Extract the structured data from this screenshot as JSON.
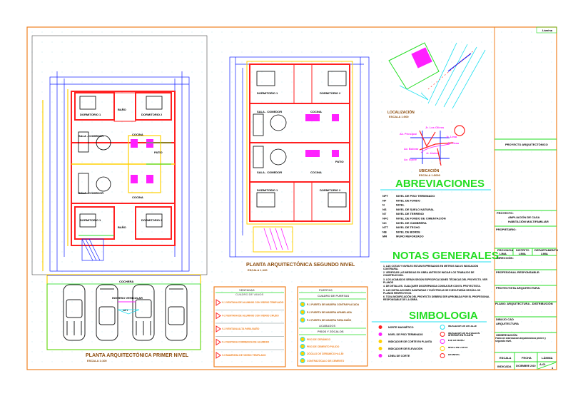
{
  "sheet": {
    "sheet_label": "Lámina",
    "colors": {
      "frame": "#f08020",
      "wall": "#ff2020",
      "dim": "#1020ff",
      "accent": "#22dd22",
      "magenta": "#ff20ff",
      "cyan": "#20e0f0",
      "title": "#8b4a0a"
    }
  },
  "plan1": {
    "title": "PLANTA ARQUITECTÓNICA PRIMER NIVEL",
    "scale": "ESCALA 1:100",
    "rooms": [
      "DORMITORIO 1",
      "DORMITORIO 2",
      "BAÑO",
      "SALA - COMEDOR",
      "COCINA",
      "PATIO",
      "SALA - COMEDOR",
      "COCINA",
      "DORMITORIO 1",
      "DORMITORIO 2",
      "BAÑO"
    ],
    "parking_label": "COCHERA",
    "access_label": "INGRESO VEHICULAR",
    "npt": "NPT"
  },
  "plan2": {
    "title": "PLANTA ARQUITECTÓNICA SEGUNDO NIVEL",
    "scale": "ESCALA 1:100",
    "rooms": [
      "DORMITORIO 1",
      "DORMITORIO 2",
      "SALA - COMEDOR",
      "COCINA",
      "SALA - COMEDOR",
      "COCINA",
      "DORMITORIO 1",
      "DORMITORIO 2",
      "PATIO"
    ]
  },
  "location": {
    "title": "LOCALIZACIÓN",
    "scale": "ESCALA 1:500",
    "situation_title": "UBICACIÓN",
    "situation_scale": "ESCALA 1:5000",
    "streets": [
      "Av. Principal",
      "Jr. Los Olivos",
      "Jr. Lima",
      "Av. Grau",
      "Av. Bolívar",
      "Jr. Unión",
      "Av. Sucre"
    ]
  },
  "abbreviations": {
    "title": "ABREVIACIONES",
    "items": [
      {
        "code": "NPT",
        "text": "NIVEL DE PISO TERMINADO"
      },
      {
        "code": "NF",
        "text": "NIVEL DE FONDO"
      },
      {
        "code": "N",
        "text": "NIVEL"
      },
      {
        "code": "NS",
        "text": "NIVEL DE SUELO NATURAL"
      },
      {
        "code": "NT",
        "text": "NIVEL DE TERRENO"
      },
      {
        "code": "NFC",
        "text": "NIVEL DE FONDO DE CIMENTACIÓN"
      },
      {
        "code": "NC",
        "text": "NIVEL DE CUMBRERA"
      },
      {
        "code": "NTT",
        "text": "NIVEL DE TECHO"
      },
      {
        "code": "NB",
        "text": "NIVEL DE BORDE"
      },
      {
        "code": "MR",
        "text": "MURO REFORZADO"
      }
    ]
  },
  "notes": {
    "title": "NOTAS GENERALES",
    "items": [
      "1. LAS COTAS Y NIVELES ESTÁN EXPRESADOS EN METROS SALVO INDICACIÓN CONTRARIA.",
      "2. VERIFICAR LAS MEDIDAS EN OBRA ANTES DE INICIAR LOS TRABAJOS DE CONSTRUCCIÓN.",
      "3. LOS ACABADOS SERÁN SEGÚN ESPECIFICACIONES TÉCNICAS DEL PROYECTO. VER PLANOS",
      "4. DE DETALLES. CUALQUIER DISCREPANCIA CONSULTAR CON EL PROYECTISTA.",
      "5. LAS INSTALACIONES SANITARIAS Y ELÉCTRICAS SE EJECUTARÁN SEGÚN LOS PLANOS RESPECTIVOS.",
      "6. TODA MODIFICACIÓN DEL PROYECTO DEBERÁ SER APROBADA POR EL PROFESIONAL RESPONSABLE DE LA OBRA."
    ]
  },
  "symbology": {
    "title": "SIMBOLOGIA",
    "left": [
      "NORTE MAGNÉTICO",
      "NIVEL DE PISO TERMINADO",
      "INDICADOR DE CORTE EN PLANTA",
      "INDICADOR DE ELEVACIÓN",
      "LÍNEA DE CORTE"
    ],
    "right": [
      "INDICADOR DE DETALLE",
      "INDICADOR DE ELEVACIÓN INTERIOR EN PLANTA",
      "EJE DE MURO",
      "NIVEL EN CORTE",
      "DESNIVEL"
    ]
  },
  "legend1": {
    "title": "VENTANAS",
    "subtitle": "CUADRO DE VANOS",
    "items": [
      "V-1 VENTANA DE ALUMINIO CON VIDRIO TEMPLADO",
      "V-2 VENTANA DE ALUMINIO CON VIDRIO CRUDO",
      "V-3 VENTANA ALTA PARA BAÑO",
      "V-4 VENTANA CORREDIZA DE ALUMINIO",
      "V-5 MAMPARA DE VIDRIO TEMPLADO"
    ]
  },
  "legend2": {
    "title": "PUERTAS",
    "subtitle": "CUADRO DE PUERTAS",
    "items": [
      "P-1 PUERTA DE MADERA CONTRAPLACADA",
      "P-2 PUERTA DE MADERA APANELADA",
      "P-3 PUERTA DE MADERA PARA BAÑO"
    ],
    "title2": "ACABADOS",
    "subtitle2": "PISOS Y ZÓCALOS",
    "items2": [
      "PISO DE CERÁMICO",
      "PISO DE CEMENTO PULIDO",
      "ZÓCALO DE CERÁMICO H=1.80",
      "CONTRAZÓCALO DE CEMENTO"
    ]
  },
  "title_block": {
    "university": "PROYECTO ARQUITECTÓNICO",
    "project_label": "PROYECTO:",
    "project": [
      "AMPLIACIÓN DE CASA",
      "HABITACIÓN MULTIFAMILIAR"
    ],
    "owner_label": "PROPIETARIO:",
    "cells": [
      {
        "label": "PROVINCIA",
        "value": "LIMA"
      },
      {
        "label": "DISTRITO",
        "value": "LIMA"
      },
      {
        "label": "DEPARTAMENTO",
        "value": "LIMA"
      }
    ],
    "location_label": "DIRECCIÓN:",
    "professional_label": "PROFESIONAL RESPONSABLE:",
    "designer_label": "PROYECTISTA ARQUITECTURA:",
    "plan_label": "PLANO: ARQUITECTURA - DISTRIBUCIÓN",
    "drawing_label": "DIBUJO CAD",
    "drawing_value": "ARQUITECTURA",
    "remarks_label": "OBSERVACIÓN:",
    "remarks": "Plano de distribución arquitectónica primer y segundo nivel.",
    "scale_label": "ESCALA",
    "date_label": "FECHA",
    "sheet_label": "LÁMINA",
    "scale": "INDICADA",
    "date": "DICIEMBRE 2019",
    "sheet": "A-01",
    "sheet_no": "1"
  }
}
